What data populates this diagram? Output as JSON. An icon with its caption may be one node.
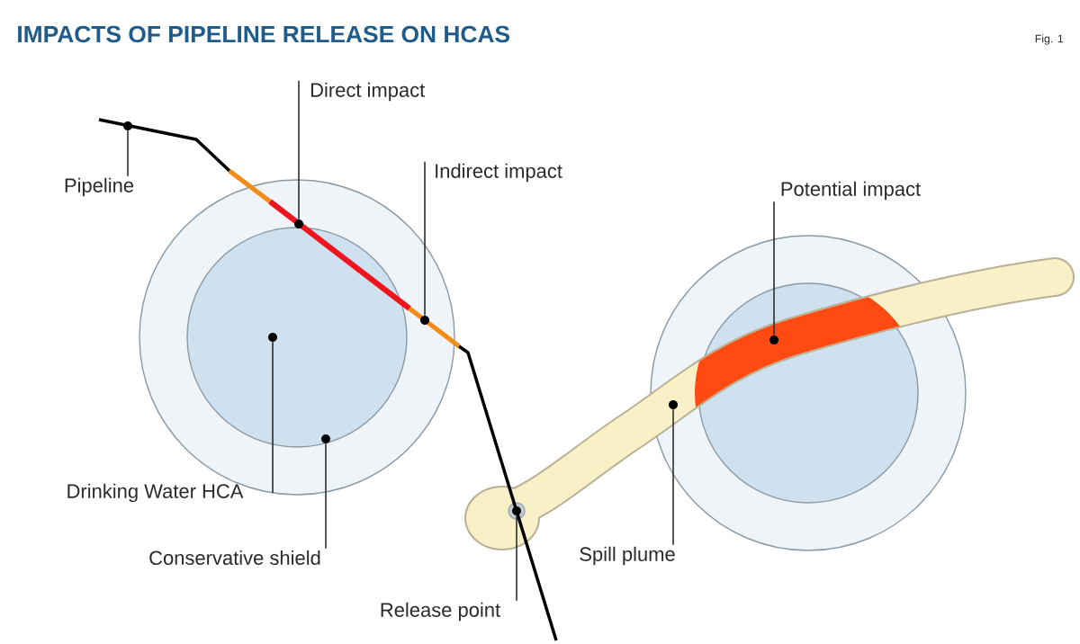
{
  "diagram": {
    "title": "IMPACTS OF PIPELINE RELEASE ON HCAS",
    "nodes": [
      {
        "text": [
          "Pipeline"
        ]
      },
      {
        "text": [],
        "shape": "circle"
      },
      {
        "text": [
          "Direct impact"
        ]
      },
      {
        "text": [],
        "shape": "circle"
      },
      {
        "text": [
          "Indirect impact"
        ]
      },
      {
        "text": [],
        "shape": "circle"
      },
      {
        "text": [
          "Potential impact"
        ]
      },
      {
        "text": [],
        "shape": "circle"
      },
      {
        "text": [
          "Drinking Water HCA"
        ]
      },
      {
        "text": [],
        "shape": "circle"
      },
      {
        "text": [
          "Conservative shield"
        ]
      },
      {
        "text": [],
        "shape": "circle"
      },
      {
        "text": [
          "Spill plume"
        ]
      },
      {
        "text": [],
        "shape": "circle"
      },
      {
        "text": [
          "Release point"
        ]
      },
      {
        "text": [],
        "shape": "circle"
      }
    ],
    "edges": [
      {
        "from": 0,
        "to": 1,
        "arrow": "none"
      },
      {
        "from": 2,
        "to": 3,
        "arrow": "none"
      },
      {
        "from": 4,
        "to": 5,
        "arrow": "none"
      },
      {
        "from": 6,
        "to": 7,
        "arrow": "none"
      },
      {
        "from": 8,
        "to": 9,
        "arrow": "none"
      },
      {
        "from": 10,
        "to": 11,
        "arrow": "none"
      },
      {
        "from": 12,
        "to": 13,
        "arrow": "none"
      },
      {
        "from": 14,
        "to": 15,
        "arrow": "none"
      }
    ],
    "labels": [
      "Fig. 1"
    ]
  }
}
